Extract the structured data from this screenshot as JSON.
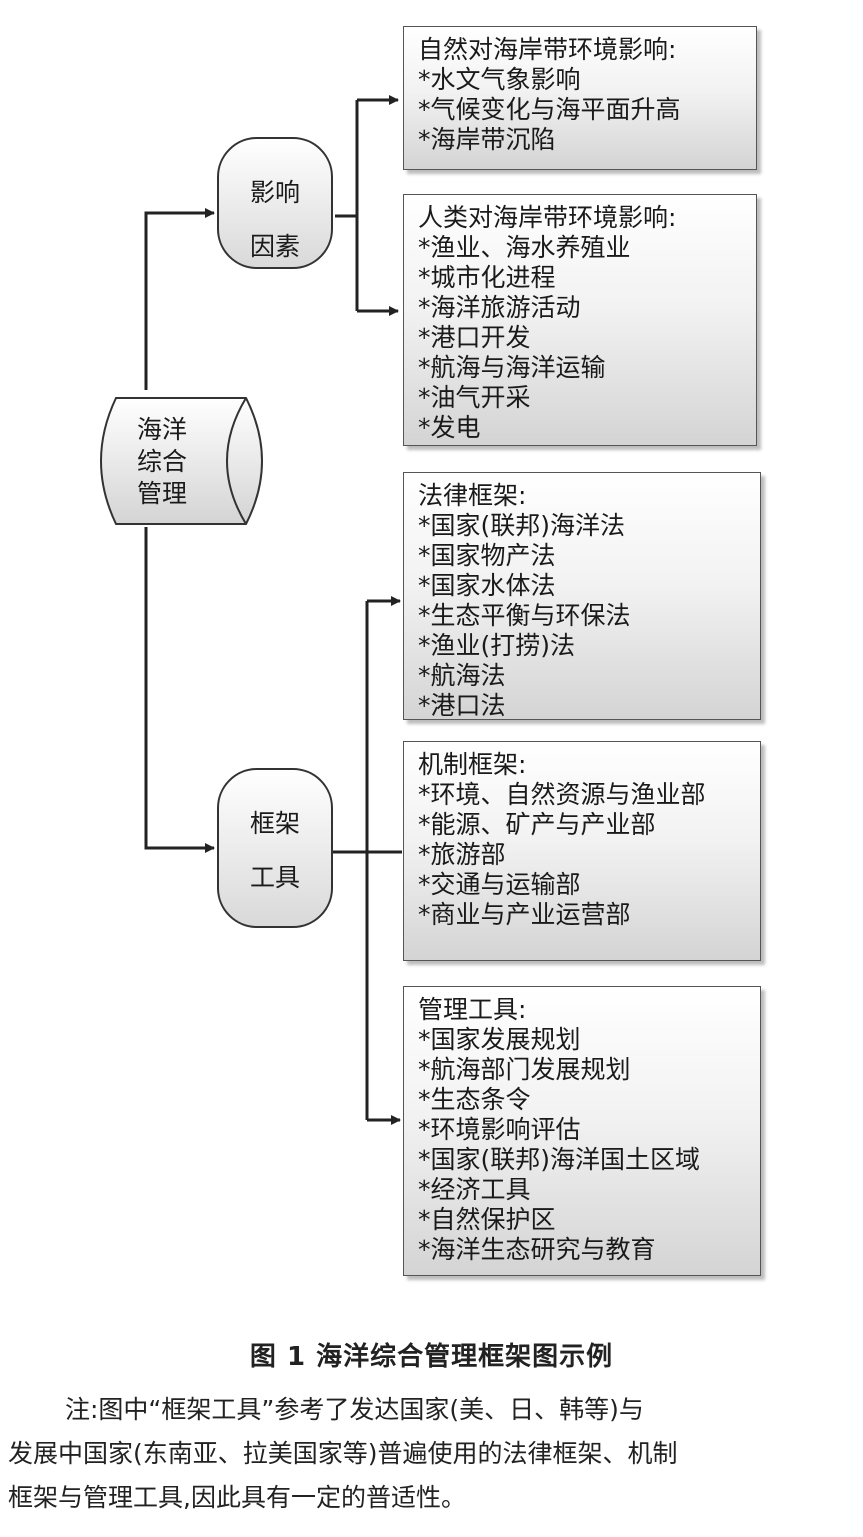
{
  "diagram": {
    "root": {
      "lines": [
        "海洋",
        "综合",
        "管理"
      ]
    },
    "influence_node": {
      "lines": [
        "影响",
        "因素"
      ]
    },
    "framework_node": {
      "lines": [
        "框架",
        "工具"
      ]
    },
    "boxes": [
      {
        "title": "自然对海岸带环境影响:",
        "items": [
          "*水文气象影响",
          "*气候变化与海平面升高",
          "*海岸带沉陷"
        ]
      },
      {
        "title": "人类对海岸带环境影响:",
        "items": [
          "*渔业、海水养殖业",
          "*城市化进程",
          "*海洋旅游活动",
          "*港口开发",
          "*航海与海洋运输",
          "*油气开采",
          "*发电"
        ]
      },
      {
        "title": "法律框架:",
        "items": [
          "*国家(联邦)海洋法",
          "*国家物产法",
          "*国家水体法",
          "*生态平衡与环保法",
          "*渔业(打捞)法",
          "*航海法",
          "*港口法"
        ]
      },
      {
        "title": "机制框架:",
        "items": [
          "*环境、自然资源与渔业部",
          "*能源、矿产与产业部",
          "*旅游部",
          "*交通与运输部",
          "*商业与产业运营部"
        ]
      },
      {
        "title": "管理工具:",
        "items": [
          "*国家发展规划",
          "*航海部门发展规划",
          "*生态条令",
          "*环境影响评估",
          "*国家(联邦)海洋国土区域",
          "*经济工具",
          "*自然保护区",
          "*海洋生态研究与教育"
        ]
      }
    ]
  },
  "caption": "图 1   海洋综合管理框架图示例",
  "note": {
    "line1": "注:图中“框架工具”参考了发达国家(美、日、韩等)与",
    "line2": "发展中国家(东南亚、拉美国家等)普遍使用的法律框架、机制",
    "line3": "框架与管理工具,因此具有一定的普适性。"
  }
}
